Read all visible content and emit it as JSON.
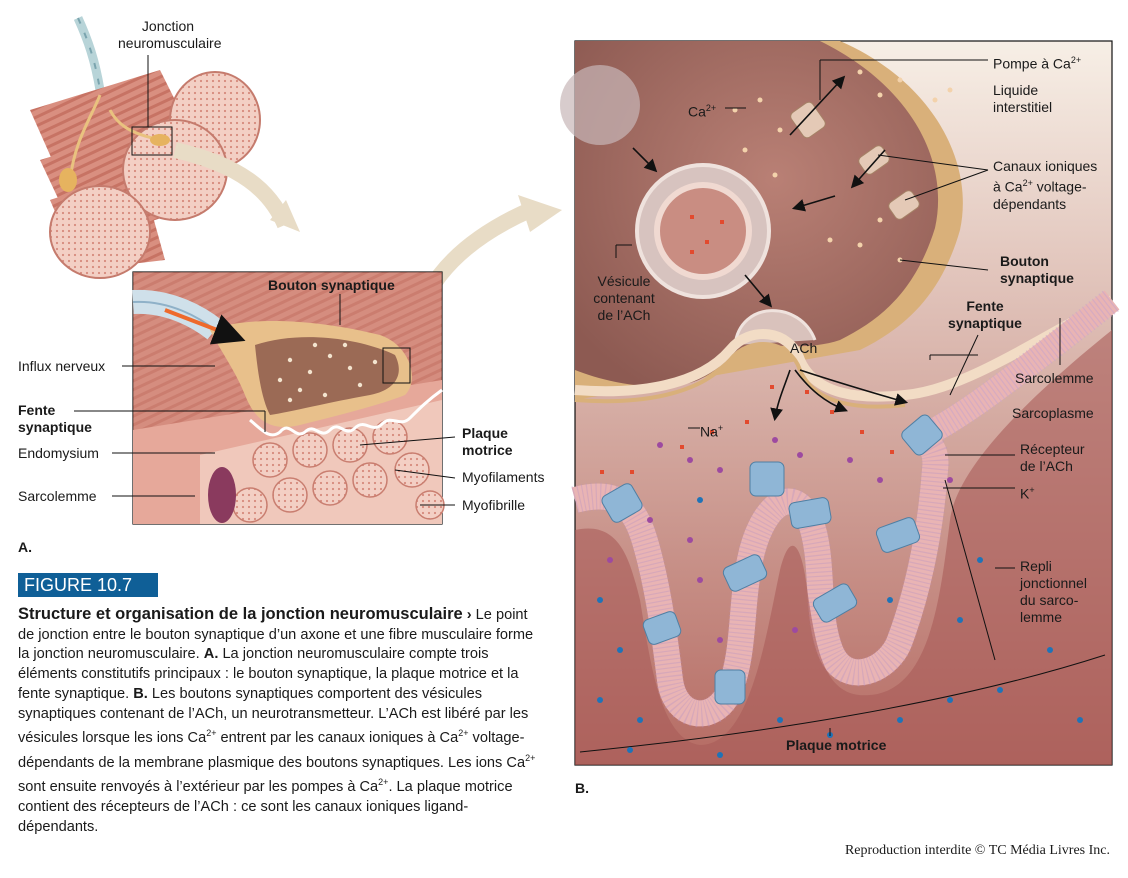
{
  "colors": {
    "figure_badge": "#0f5f97",
    "muscle_pink": "#e7a99c",
    "terminal_tan": "#e9c590",
    "membrane_pink": "#eab5b5",
    "channel_blue": "#8fb6d6",
    "ca_dot": "#f3d2ab",
    "ach_red": "#e24a2e",
    "na_purple": "#9d4aa0",
    "k_blue": "#1f73b7",
    "impulse_arrow": "#ee6a2c"
  },
  "panel_a": {
    "letter": "A.",
    "labels": {
      "junction": "Jonction neuromusculaire",
      "synaptic_button": "Bouton synaptique",
      "nerve_impulse": "Influx nerveux",
      "synaptic_cleft": "Fente synaptique",
      "endomysium": "Endomysium",
      "sarcolemma": "Sarcolemme",
      "motor_plate": "Plaque motrice",
      "myofilaments": "Myofilaments",
      "myofibril": "Myofibrille"
    }
  },
  "panel_b": {
    "letter": "B.",
    "labels": {
      "ca_pump": "Pompe à Ca",
      "ca_pump_sup": "2+",
      "interstitial": "Liquide interstitiel",
      "ca": "Ca",
      "ca_sup": "2+",
      "channels_line1": "Canaux ioniques",
      "channels_line2": "à Ca",
      "channels_sup": "2+",
      "channels_line2b": " voltage-",
      "channels_line3": "dépendants",
      "vesicle": "Vésicule contenant de l’ACh",
      "synaptic_button": "Bouton synaptique",
      "synaptic_cleft": "Fente synaptique",
      "ach": "ACh",
      "sarcolemma": "Sarcolemme",
      "sarcoplasm": "Sarcoplasme",
      "na": "Na",
      "na_sup": "+",
      "ach_receptor": "Récepteur de l’ACh",
      "k": "K",
      "k_sup": "+",
      "fold": "Repli jonctionnel du sarco-lemme",
      "motor_plate": "Plaque motrice"
    }
  },
  "figure": {
    "badge": "FIGURE 10.7",
    "title": "Structure et organisation de la jonction neuromusculaire",
    "arrow": "›",
    "text_1": "Le point de jonction entre le bouton synaptique d’un axone et une fibre musculaire forme la jonction neuromusculaire.",
    "a_marker": "A.",
    "text_2": "La jonction neuromusculaire compte trois éléments constitutifs principaux : le bouton synaptique, la plaque motrice et la fente synaptique.",
    "b_marker": "B.",
    "text_3a": "Les boutons synaptiques comportent des vésicules synaptiques contenant de l’ACh, un neurotransmetteur. L’ACh est libéré par les vésicules lorsque les ions Ca",
    "text_3a_sup": "2+",
    "text_3b": " entrent par les canaux ioniques à Ca",
    "text_3b_sup": "2+",
    "text_3c": " voltage-dépendants de la membrane plasmique des boutons synaptiques. Les ions Ca",
    "text_3c_sup": "2+",
    "text_3d": " sont ensuite renvoyés à l’extérieur par les pompes à Ca",
    "text_3d_sup": "2+",
    "text_3e": ". La plaque motrice contient des récepteurs de l’ACh : ce sont les canaux ioniques ligand-dépendants."
  },
  "copyright": "Reproduction interdite © TC Média Livres Inc."
}
